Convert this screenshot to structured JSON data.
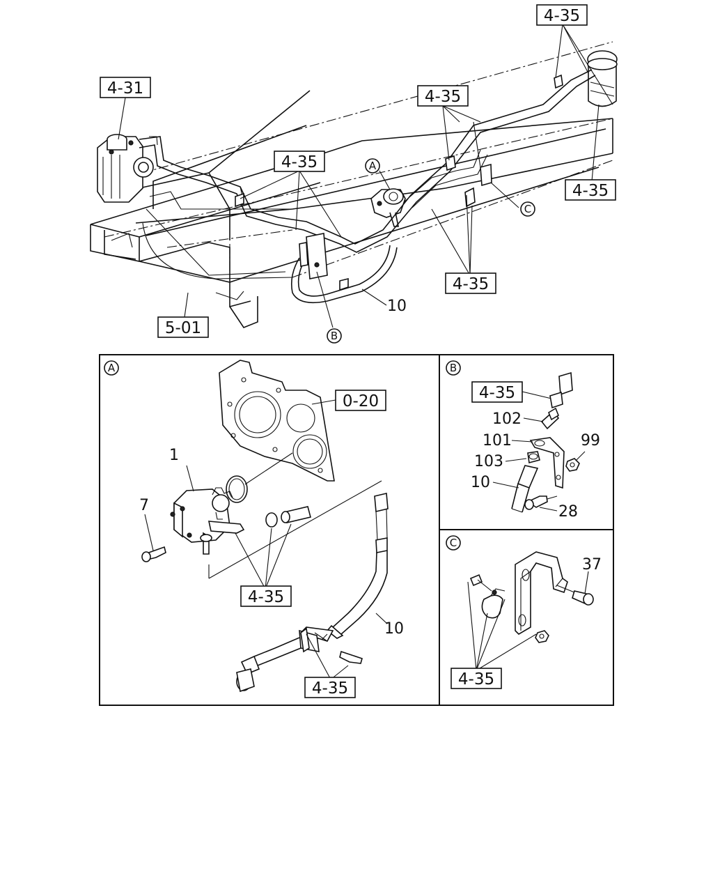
{
  "callouts": {
    "ref_4_35": "4-35",
    "ref_4_31": "4-31",
    "ref_5_01": "5-01",
    "ref_0_20": "0-20"
  },
  "circle_labels": {
    "a": "A",
    "b": "B",
    "c": "C"
  },
  "part_numbers": {
    "n1": "1",
    "n7": "7",
    "n10": "10",
    "n28": "28",
    "n37": "37",
    "n99": "99",
    "n101": "101",
    "n102": "102",
    "n103": "103"
  }
}
